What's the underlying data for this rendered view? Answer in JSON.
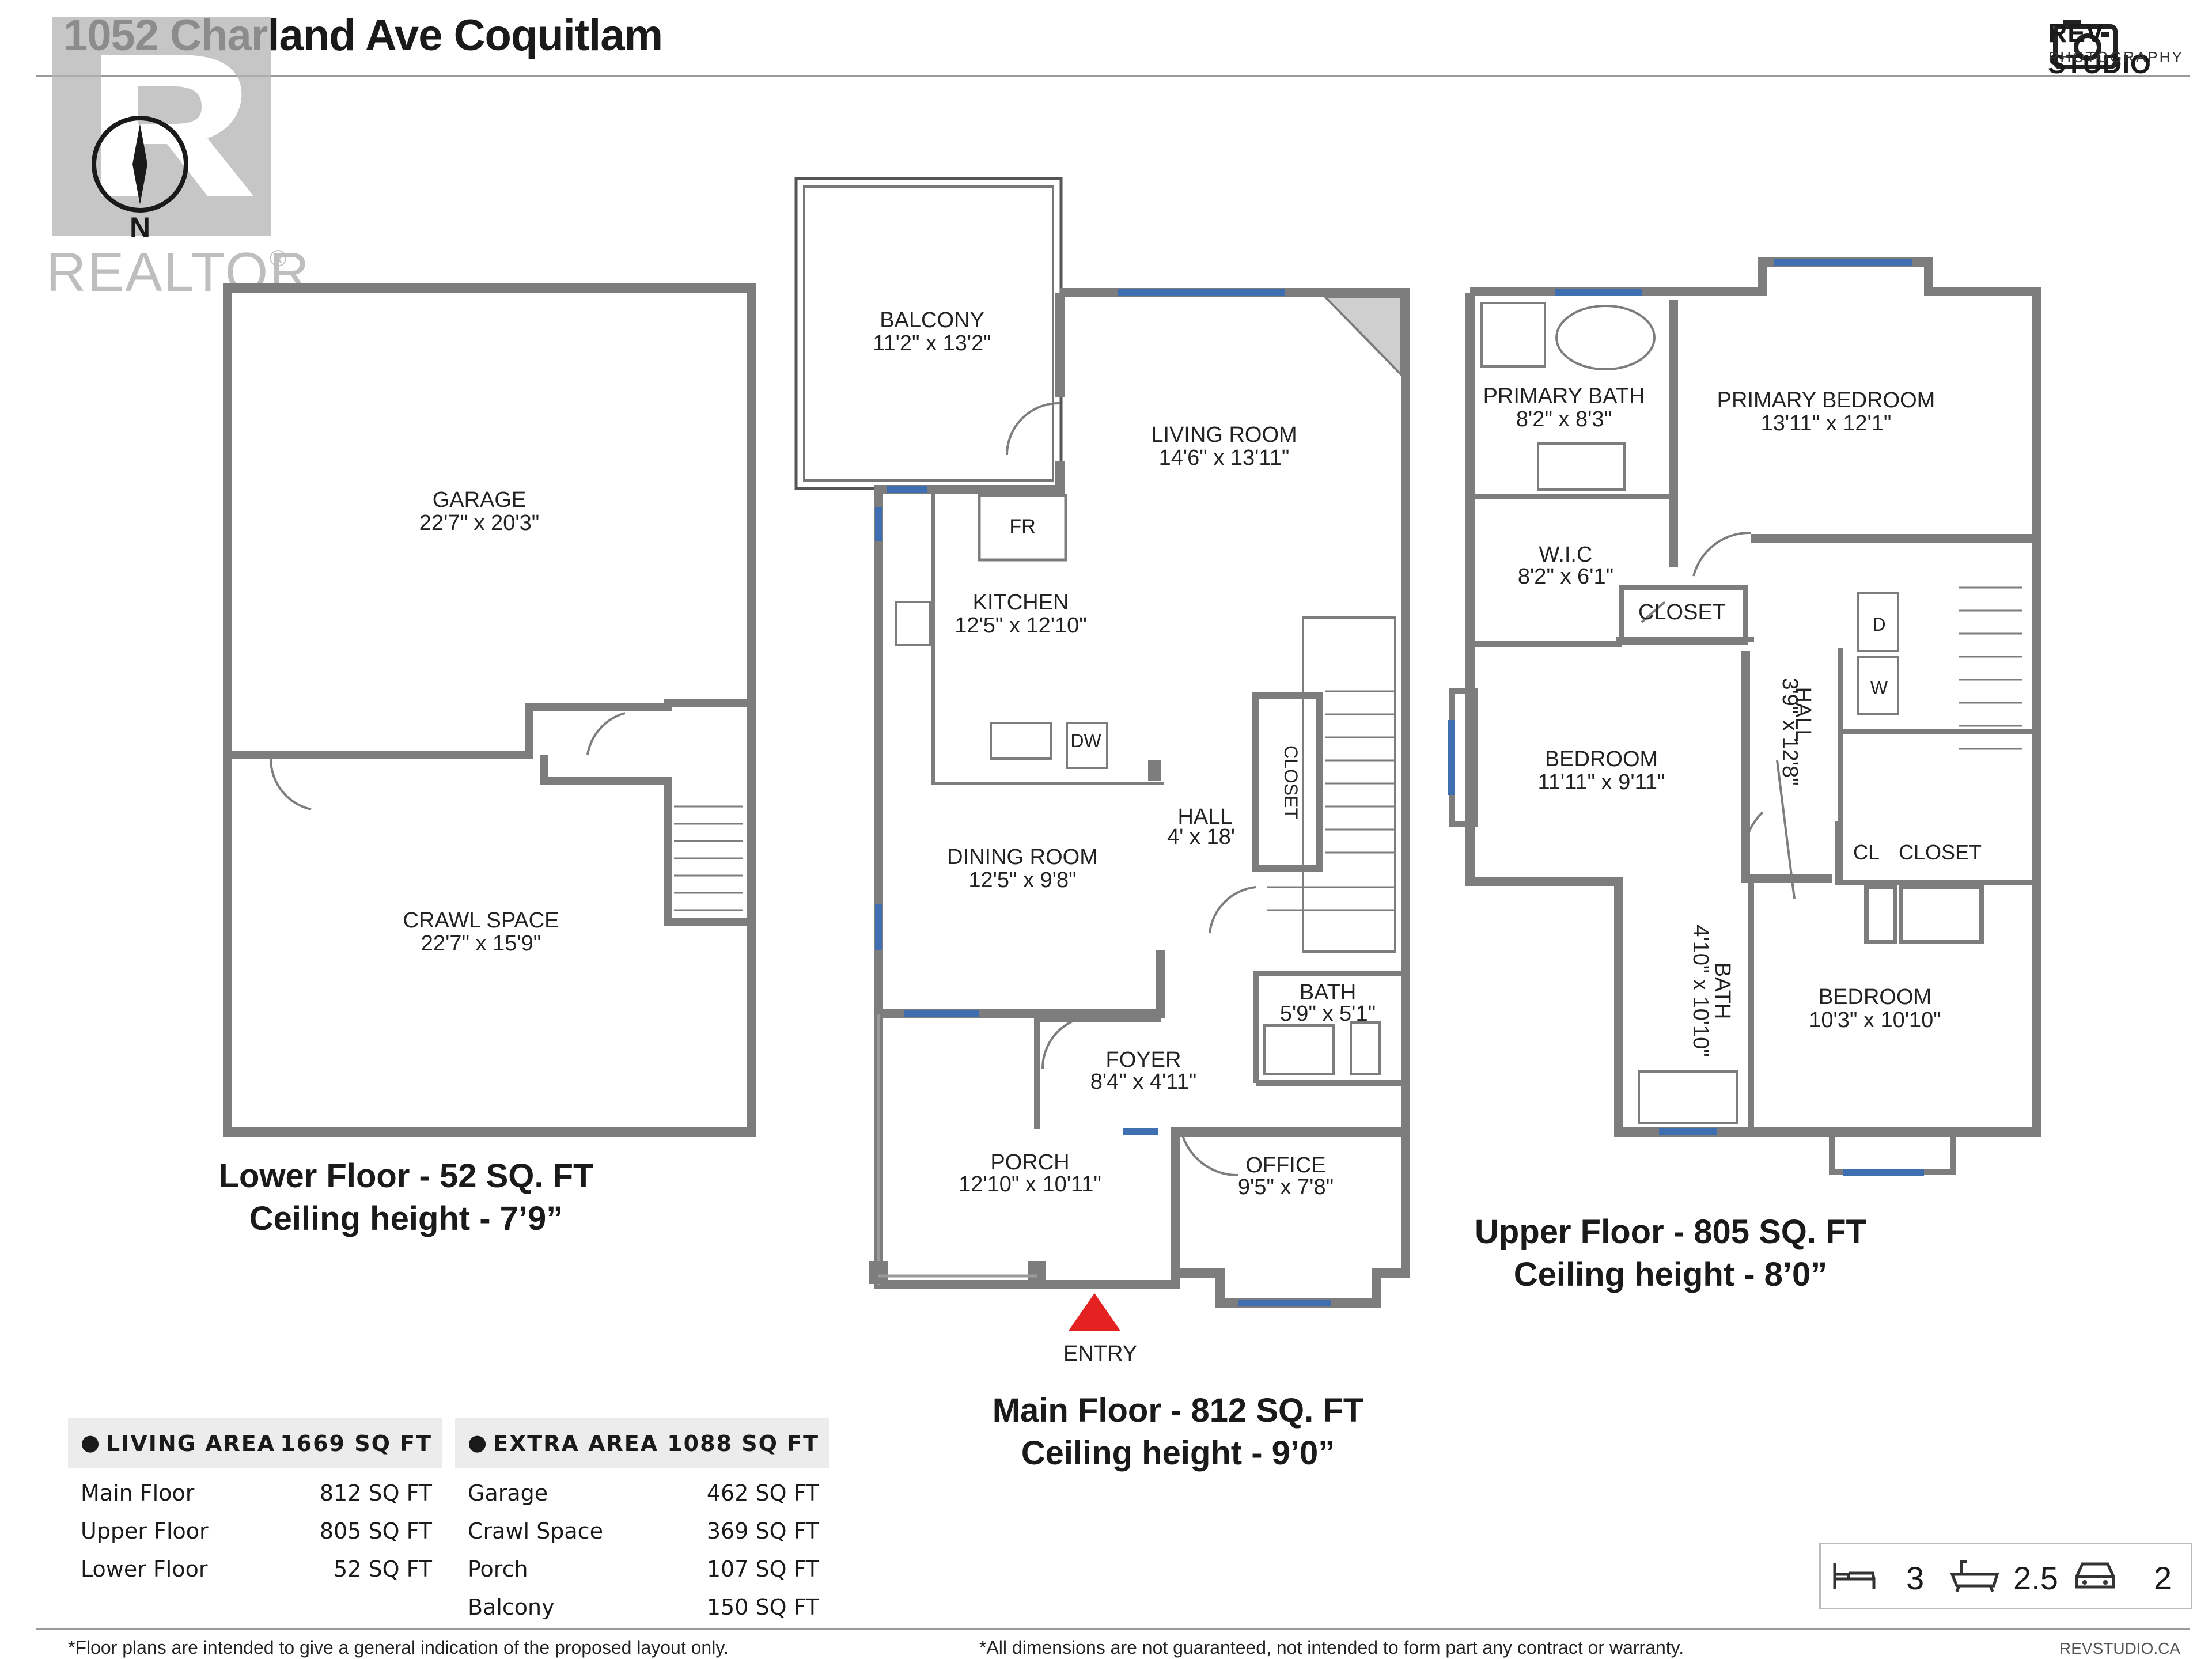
{
  "header": {
    "title": "1052 Charland Ave Coquitlam"
  },
  "logo": {
    "name": "REV STUDIO",
    "sub": "PHOTOGRAPHY"
  },
  "watermark": {
    "text": "REALTOR",
    "mark": "®"
  },
  "compass": {
    "label": "N"
  },
  "rooms": {
    "garage": {
      "name": "GARAGE",
      "dim": "22'7\" x 20'3\""
    },
    "crawl": {
      "name": "CRAWL SPACE",
      "dim": "22'7\" x 15'9\""
    },
    "balcony": {
      "name": "BALCONY",
      "dim": "11'2\" x 13'2\""
    },
    "living": {
      "name": "LIVING ROOM",
      "dim": "14'6\" x 13'11\""
    },
    "fr": {
      "name": "FR"
    },
    "kitchen": {
      "name": "KITCHEN",
      "dim": "12'5\" x 12'10\""
    },
    "dw": {
      "name": "DW"
    },
    "dining": {
      "name": "DINING ROOM",
      "dim": "12'5\" x 9'8\""
    },
    "hall_main": {
      "name": "HALL",
      "dim": "4' x 18'"
    },
    "closet_main": {
      "name": "CLOSET"
    },
    "bath_main": {
      "name": "BATH",
      "dim": "5'9\" x 5'1\""
    },
    "foyer": {
      "name": "FOYER",
      "dim": "8'4\" x 4'11\""
    },
    "porch": {
      "name": "PORCH",
      "dim": "12'10\" x 10'11\""
    },
    "office": {
      "name": "OFFICE",
      "dim": "9'5\" x 7'8\""
    },
    "entry": {
      "name": "ENTRY"
    },
    "primary_bath": {
      "name": "PRIMARY BATH",
      "dim": "8'2\" x 8'3\""
    },
    "primary_bed": {
      "name": "PRIMARY BEDROOM",
      "dim": "13'11\" x 12'1\""
    },
    "wic": {
      "name": "W.I.C",
      "dim": "8'2\" x 6'1\""
    },
    "closet_up": {
      "name": "CLOSET"
    },
    "d": {
      "name": "D"
    },
    "w": {
      "name": "W"
    },
    "hall_up": {
      "name": "HALL",
      "dim": "3'9\" x 12'8\""
    },
    "bedroom1": {
      "name": "BEDROOM",
      "dim": "11'11\" x 9'11\""
    },
    "cl": {
      "name": "CL"
    },
    "closet_up2": {
      "name": "CLOSET"
    },
    "bath_up": {
      "name": "BATH",
      "dim": "4'10\" x 10'10\""
    },
    "bedroom2": {
      "name": "BEDROOM",
      "dim": "10'3\" x 10'10\""
    }
  },
  "floors": {
    "lower": {
      "area": "Lower Floor - 52 SQ. FT",
      "ceiling": "Ceiling height - 7’9”"
    },
    "main": {
      "area": "Main Floor - 812 SQ. FT",
      "ceiling": "Ceiling height - 9’0”"
    },
    "upper": {
      "area": "Upper Floor - 805 SQ. FT",
      "ceiling": "Ceiling height - 8’0”"
    }
  },
  "living_area": {
    "label": "LIVING AREA",
    "total": "1669 SQ FT",
    "rows": [
      {
        "name": "Main Floor",
        "value": "812 SQ FT"
      },
      {
        "name": "Upper Floor",
        "value": "805 SQ FT"
      },
      {
        "name": "Lower Floor",
        "value": "52 SQ FT"
      }
    ]
  },
  "extra_area": {
    "label": "EXTRA AREA",
    "total": "1088 SQ FT",
    "rows": [
      {
        "name": "Garage",
        "value": "462 SQ FT"
      },
      {
        "name": "Crawl Space",
        "value": "369 SQ FT"
      },
      {
        "name": "Porch",
        "value": "107 SQ FT"
      },
      {
        "name": "Balcony",
        "value": "150 SQ FT"
      }
    ]
  },
  "stats": {
    "beds": "3",
    "baths": "2.5",
    "garage": "2"
  },
  "footer": {
    "left": "*Floor plans are intended to give a general indication of the proposed layout only.",
    "center": "*All dimensions are not guaranteed, not intended to form part any contract or warranty.",
    "right": "REVSTUDIO.CA"
  },
  "colors": {
    "wall": "#7d7d7d",
    "window": "#3f6fb0",
    "entry": "#e52222",
    "watermark": "#9a9a9a"
  }
}
